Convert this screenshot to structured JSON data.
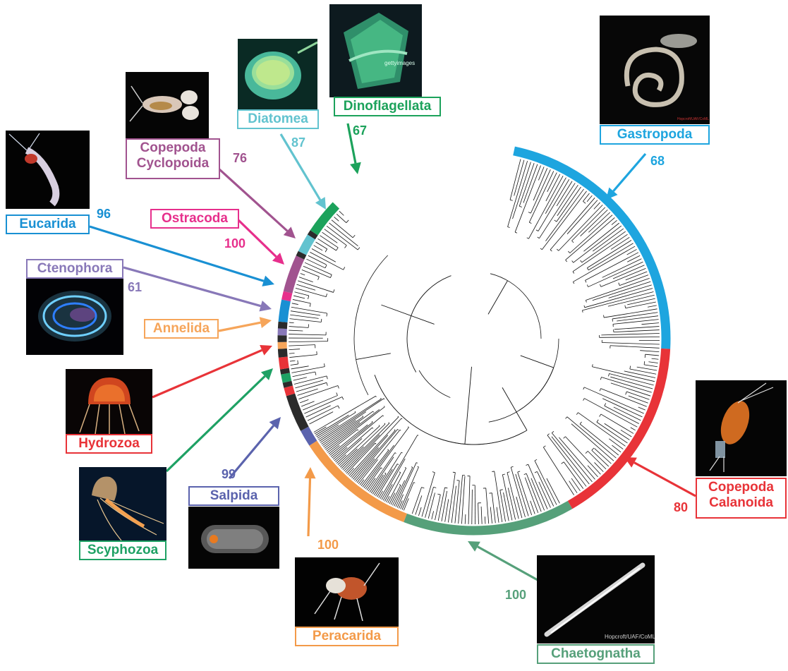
{
  "colors": {
    "gastropoda": "#1ea5df",
    "calanoida": "#e83338",
    "chaetognatha": "#56a07a",
    "peracarida": "#f39a49",
    "salpida": "#5b63ad",
    "scyphozoa": "#1ea164",
    "hydrozoa": "#e83338",
    "annelida": "#f6a55a",
    "ctenophora": "#8878b8",
    "eucarida": "#1990d3",
    "ostracoda": "#e72f8c",
    "cyclopoida": "#a1538f",
    "diatomea": "#62c3cf",
    "dinoflagellata": "#1ca25b",
    "unassigned": "#2b2b2b"
  },
  "taxa": [
    {
      "id": "dinoflagellata",
      "lines": [
        "Dinoflagellata"
      ],
      "support": "67",
      "photo": "dinoflagellate-photo"
    },
    {
      "id": "diatomea",
      "lines": [
        "Diatomea"
      ],
      "support": "87",
      "photo": "diatom-photo"
    },
    {
      "id": "cyclopoida",
      "lines": [
        "Copepoda",
        "Cyclopoida"
      ],
      "support": "76",
      "photo": "cyclopoid-copepod-photo"
    },
    {
      "id": "ostracoda",
      "lines": [
        "Ostracoda"
      ],
      "support": "100",
      "photo": ""
    },
    {
      "id": "eucarida",
      "lines": [
        "Eucarida"
      ],
      "support": "96",
      "photo": "krill-photo"
    },
    {
      "id": "ctenophora",
      "lines": [
        "Ctenophora"
      ],
      "support": "61",
      "photo": "comb-jelly-photo"
    },
    {
      "id": "annelida",
      "lines": [
        "Annelida"
      ],
      "support": "",
      "photo": ""
    },
    {
      "id": "hydrozoa",
      "lines": [
        "Hydrozoa"
      ],
      "support": "",
      "photo": "hydromedusa-photo"
    },
    {
      "id": "scyphozoa",
      "lines": [
        "Scyphozoa"
      ],
      "support": "",
      "photo": "jellyfish-photo"
    },
    {
      "id": "salpida",
      "lines": [
        "Salpida"
      ],
      "support": "99",
      "photo": "salp-photo"
    },
    {
      "id": "peracarida",
      "lines": [
        "Peracarida"
      ],
      "support": "100",
      "photo": "amphipod-photo"
    },
    {
      "id": "chaetognatha",
      "lines": [
        "Chaetognatha"
      ],
      "support": "100",
      "photo": "arrow-worm-photo"
    },
    {
      "id": "calanoida",
      "lines": [
        "Copepoda",
        "Calanoida"
      ],
      "support": "80",
      "photo": "calanoid-copepod-photo"
    },
    {
      "id": "gastropoda",
      "lines": [
        "Gastropoda"
      ],
      "support": "68",
      "photo": "pteropod-photo"
    }
  ],
  "photo_watermarks": {
    "dinoflagellata": "gettyimages",
    "chaetognatha": "Hopcroft/UAF/CoML",
    "gastropoda": "Hopcroft/UAF/CoML"
  },
  "ring_segments": [
    {
      "taxon": "gastropoda",
      "from": 282,
      "to": 3
    },
    {
      "taxon": "calanoida",
      "from": 3,
      "to": 60
    },
    {
      "taxon": "chaetognatha",
      "from": 60,
      "to": 111
    },
    {
      "taxon": "peracarida",
      "from": 111,
      "to": 147
    },
    {
      "taxon": "salpida",
      "from": 147,
      "to": 152
    },
    {
      "taxon": "unassigned",
      "from": 152,
      "to": 163
    },
    {
      "taxon": "hydrozoa",
      "from": 163,
      "to": 165.5
    },
    {
      "taxon": "unassigned",
      "from": 165.5,
      "to": 167
    },
    {
      "taxon": "scyphozoa",
      "from": 167,
      "to": 169.5
    },
    {
      "taxon": "unassigned",
      "from": 169.5,
      "to": 171
    },
    {
      "taxon": "hydrozoa",
      "from": 171,
      "to": 174.5
    },
    {
      "taxon": "unassigned",
      "from": 174.5,
      "to": 177
    },
    {
      "taxon": "annelida",
      "from": 177,
      "to": 179
    },
    {
      "taxon": "unassigned",
      "from": 179,
      "to": 181
    },
    {
      "taxon": "ctenophora",
      "from": 181,
      "to": 183
    },
    {
      "taxon": "unassigned",
      "from": 183,
      "to": 185
    },
    {
      "taxon": "eucarida",
      "from": 185,
      "to": 191.5
    },
    {
      "taxon": "ostracoda",
      "from": 191.5,
      "to": 194
    },
    {
      "taxon": "cyclopoida",
      "from": 194,
      "to": 205
    },
    {
      "taxon": "unassigned",
      "from": 205,
      "to": 206.5
    },
    {
      "taxon": "diatomea",
      "from": 206.5,
      "to": 212
    },
    {
      "taxon": "unassigned",
      "from": 212,
      "to": 213.5
    },
    {
      "taxon": "dinoflagellata",
      "from": 213.5,
      "to": 224
    }
  ]
}
